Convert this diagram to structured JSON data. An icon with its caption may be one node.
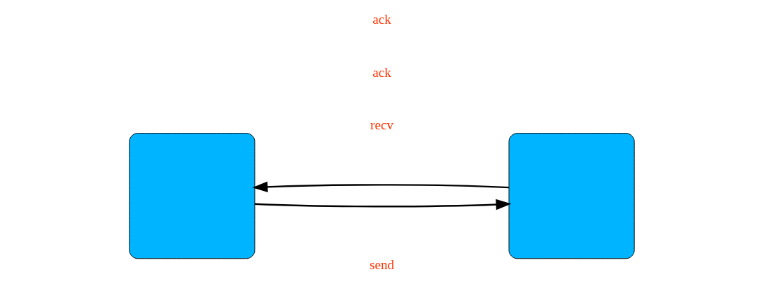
{
  "diagram": {
    "nodes": [
      {
        "text": [],
        "shape": "box"
      },
      {
        "text": [],
        "shape": "box"
      }
    ],
    "edges": [
      {
        "from": 0,
        "to": 1,
        "arrow": "to"
      },
      {
        "from": 1,
        "to": 0,
        "arrow": "to"
      }
    ],
    "labels": [
      "send",
      "recv",
      "ack",
      "ack"
    ]
  }
}
